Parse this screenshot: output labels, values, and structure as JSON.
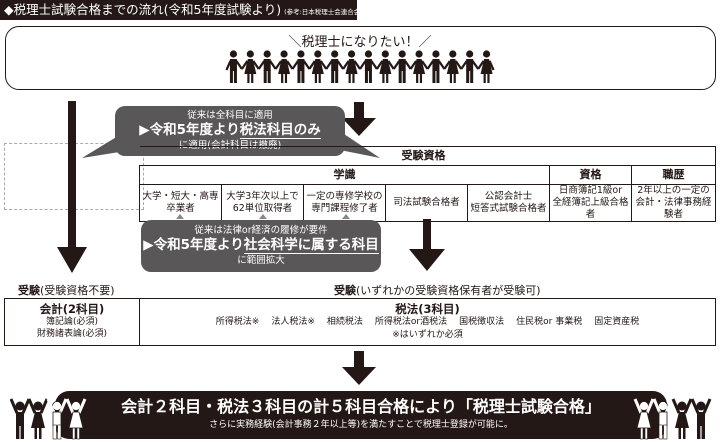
{
  "header": {
    "title": "◆税理士試験合格までの流れ(令和5年度試験より)",
    "source": "(参考:日本税理士会連合会)"
  },
  "wish": {
    "text": "＼税理士になりたい！／",
    "people_count": 16
  },
  "bubble_subjects": {
    "line1": "従来は全科目に適用",
    "line2_prefix": "▶令和5年度より",
    "line2_emph": "税法科目のみ",
    "line3": "に適用(会計科目は撤廃)"
  },
  "qualifications": {
    "title": "受験資格",
    "groups": [
      {
        "label": "学識",
        "span": 5
      },
      {
        "label": "資格",
        "span": 1
      },
      {
        "label": "職歴",
        "span": 1
      }
    ],
    "items": [
      [
        "大学・短大・高専",
        "卒業者"
      ],
      [
        "大学3年次以上で",
        "62単位取得者"
      ],
      [
        "一定の専修学校の",
        "専門課程修了者"
      ],
      [
        "司法試験合格者"
      ],
      [
        "公認会計士",
        "短答式試験合格者"
      ],
      [
        "日商簿記1級or",
        "全経簿記上級合格者"
      ],
      [
        "2年以上の一定の",
        "会計・法律事務経験者"
      ]
    ]
  },
  "bubble_social": {
    "line1": "従来は法律or経済の履修が要件",
    "line2_prefix": "▶令和5年度より",
    "line2_emph": "社会科学に属する科目",
    "line3": "に範囲拡大"
  },
  "exam_labels": {
    "left_bold": "受験",
    "left_rest": "(受験資格不要)",
    "right_bold": "受験",
    "right_rest": "(いずれかの受験資格保有者が受験可)"
  },
  "accounting": {
    "title": "会計(2科目)",
    "subjects": [
      "簿記論(必須)",
      "財務諸表論(必須)"
    ]
  },
  "tax": {
    "title": "税法(3科目)",
    "subjects": [
      "所得税法※",
      "法人税法※",
      "相続税法",
      "所得税法or酒税法",
      "国税徴収法",
      "住民税or 事業税",
      "固定資産税"
    ],
    "note": "※はいずれか必須"
  },
  "result": {
    "main": "会計２科目・税法３科目の計５科目合格により「税理士試験合格」",
    "sub": "さらに実務経験(会計事務２年以上等)を満たすことで税理士登録が可能に。"
  },
  "colors": {
    "dark": "#231815",
    "bubble": "#595757",
    "white": "#ffffff"
  }
}
